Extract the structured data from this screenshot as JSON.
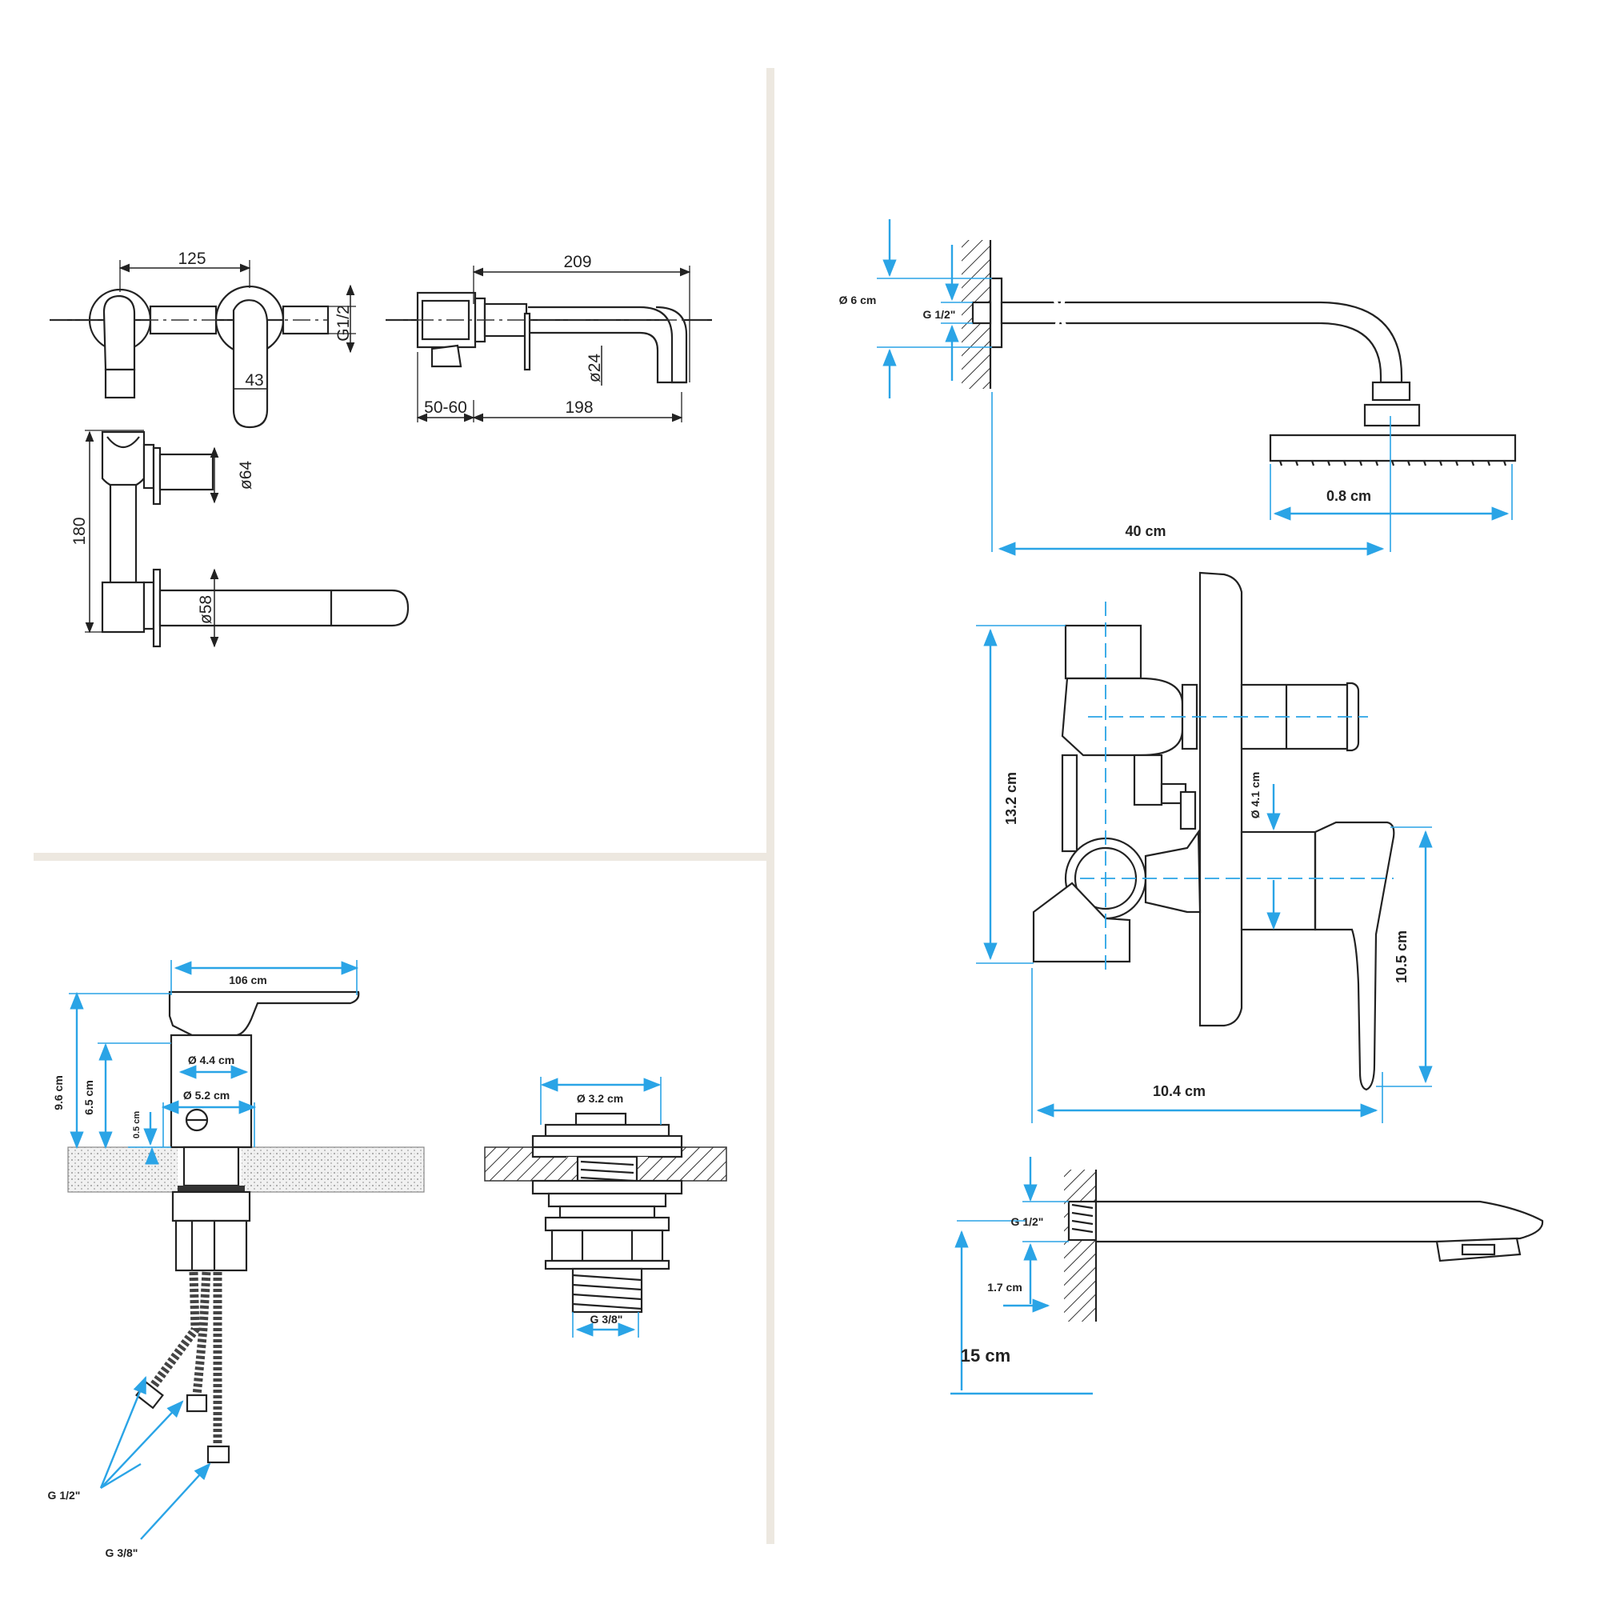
{
  "panel_a": {
    "dim_125": "125",
    "dim_209": "209",
    "dim_g12": "G1/2",
    "dim_43": "43",
    "dim_24": "ø24",
    "dim_5060": "50-60",
    "dim_198": "198",
    "dim_180": "180",
    "dim_64": "ø64",
    "dim_58": "ø58"
  },
  "panel_b": {
    "dim_106": "106 cm",
    "dim_96": "9.6 cm",
    "dim_65": "6.5 cm",
    "dim_05": "0.5 cm",
    "dim_44": "Ø 4.4 cm",
    "dim_52": "Ø 5.2 cm",
    "dim_32": "Ø 3.2 cm",
    "dim_g38_nut": "G 3/8\"",
    "dim_g12": "G 1/2\"",
    "dim_g38": "G 3/8\""
  },
  "panel_c": {
    "dim_6": "Ø 6 cm",
    "dim_g12_arm": "G 1/2\"",
    "dim_08": "0.8 cm",
    "dim_40": "40 cm",
    "dim_132": "13.2 cm",
    "dim_41": "Ø 4.1 cm",
    "dim_105": "10.5 cm",
    "dim_104": "10.4 cm",
    "dim_g12_spout": "G 1/2\"",
    "dim_17": "1.7 cm",
    "dim_15": "15 cm"
  },
  "colors": {
    "line": "#222222",
    "dimension_blue": "#2aa4e6",
    "divider": "#ede8e0"
  }
}
